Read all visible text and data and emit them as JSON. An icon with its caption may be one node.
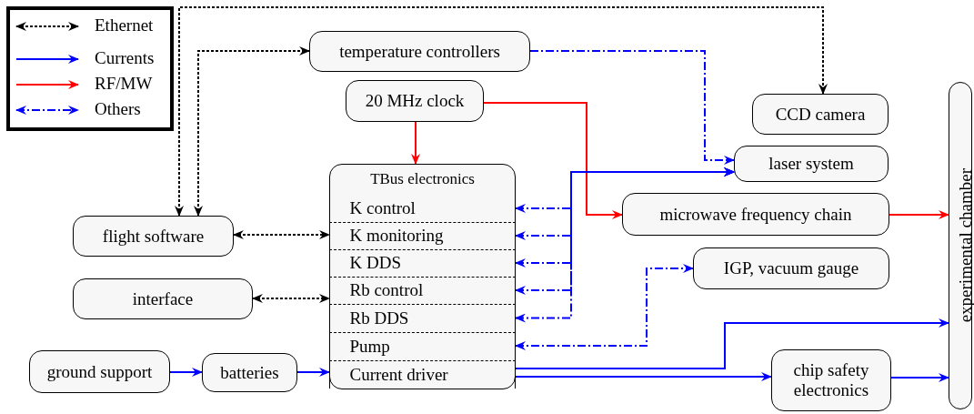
{
  "diagram": {
    "nodes": [
      {
        "text": [
          "temperature controllers"
        ]
      },
      {
        "text": [
          "20 MHz clock"
        ]
      },
      {
        "text": [
          "TBus electronics"
        ]
      },
      {
        "text": [
          "K control"
        ],
        "in": 2
      },
      {
        "text": [
          "K monitoring"
        ],
        "in": 2
      },
      {
        "text": [
          "K DDS"
        ],
        "in": 2
      },
      {
        "text": [
          "Rb control"
        ],
        "in": 2
      },
      {
        "text": [
          "Rb DDS"
        ],
        "in": 2
      },
      {
        "text": [
          "Pump"
        ],
        "in": 2
      },
      {
        "text": [
          "Current driver"
        ],
        "in": 2
      },
      {
        "text": [
          "CCD camera"
        ]
      },
      {
        "text": [
          "laser system"
        ]
      },
      {
        "text": [
          "microwave frequency chain"
        ]
      },
      {
        "text": [
          "IGP, vacuum gauge"
        ]
      },
      {
        "text": [
          "experimental chamber"
        ]
      },
      {
        "text": [
          "flight software"
        ]
      },
      {
        "text": [
          "interface"
        ]
      },
      {
        "text": [
          "ground support"
        ]
      },
      {
        "text": [
          "batteries"
        ]
      },
      {
        "text": [
          "chip safety electronics"
        ]
      }
    ],
    "edges": [
      {
        "from": 15,
        "to": 10,
        "arrow": "both",
        "style": "dashed",
        "color": "#000000"
      },
      {
        "from": 15,
        "to": 0,
        "arrow": "both",
        "style": "dashed",
        "color": "#000000"
      },
      {
        "from": 15,
        "to": 4,
        "arrow": "both",
        "style": "dashed",
        "color": "#000000"
      },
      {
        "from": 16,
        "to": 6,
        "arrow": "both",
        "style": "dashed",
        "color": "#000000"
      },
      {
        "from": 1,
        "to": 2,
        "arrow": "to",
        "color": "#ff0000"
      },
      {
        "from": 1,
        "to": 12,
        "arrow": "to",
        "color": "#ff0000"
      },
      {
        "from": 12,
        "to": 14,
        "arrow": "to",
        "color": "#ff0000"
      },
      {
        "from": 0,
        "to": 11,
        "arrow": "to",
        "style": "dashed"
      },
      {
        "from": 3,
        "to": 11,
        "arrow": "both",
        "style": "dashed"
      },
      {
        "from": 4,
        "to": 11,
        "arrow": "both",
        "style": "dashed"
      },
      {
        "from": 5,
        "to": 11,
        "arrow": "both",
        "style": "dashed"
      },
      {
        "from": 6,
        "to": 11,
        "arrow": "both",
        "style": "dashed"
      },
      {
        "from": 7,
        "to": 11,
        "arrow": "both",
        "style": "dashed"
      },
      {
        "from": 8,
        "to": 13,
        "arrow": "both",
        "style": "dashed"
      },
      {
        "from": 17,
        "to": 18,
        "arrow": "to"
      },
      {
        "from": 18,
        "to": 9,
        "arrow": "to"
      },
      {
        "from": 9,
        "to": 14,
        "arrow": "to"
      },
      {
        "from": 9,
        "to": 19,
        "arrow": "to"
      },
      {
        "from": 19,
        "to": 14,
        "arrow": "to"
      }
    ],
    "legend": [
      {
        "text": "Ethernet"
      },
      {
        "text": "Currents"
      },
      {
        "text": "RF/MW"
      },
      {
        "text": "Others"
      }
    ]
  }
}
